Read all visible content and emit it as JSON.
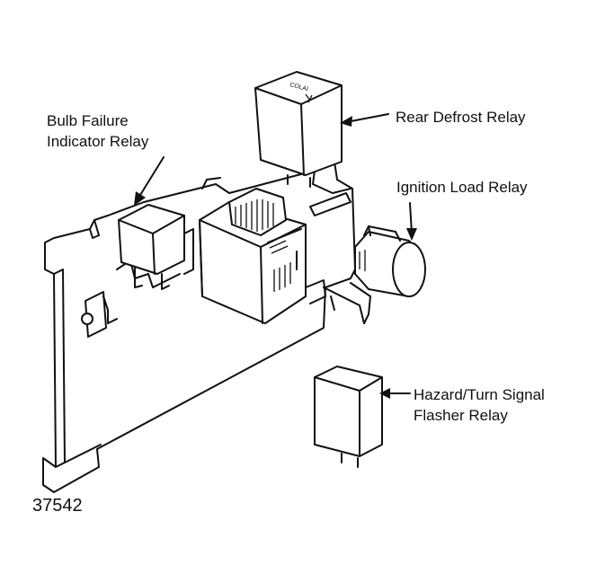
{
  "labels": {
    "rear_defrost": "Rear Defrost Relay",
    "bulb_failure": [
      "Bulb Failure",
      "Indicator Relay"
    ],
    "ignition_load": "Ignition Load Relay",
    "hazard_flasher": [
      "Hazard/Turn Signal",
      "Flasher Relay"
    ]
  },
  "figure_number": "37542",
  "icons": {
    "arrow": "arrow-pointer"
  }
}
